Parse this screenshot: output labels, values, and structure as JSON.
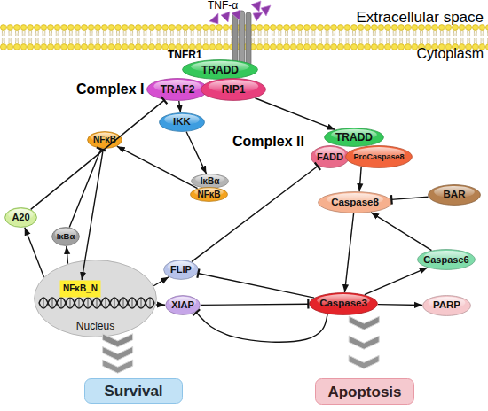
{
  "diagram": {
    "nodes": [
      {
        "text": [
          "TRADD"
        ]
      },
      {
        "text": [
          "TRAF2"
        ]
      },
      {
        "text": [
          "RIP1"
        ]
      },
      {
        "text": [
          "IKK"
        ]
      },
      {
        "text": [
          "TRADD"
        ]
      },
      {
        "text": [
          "FADD"
        ]
      },
      {
        "text": [
          "ProCaspase8"
        ]
      },
      {
        "text": [
          "NFκB"
        ]
      },
      {
        "text": [
          "IκBα"
        ]
      },
      {
        "text": [
          "NFκB"
        ]
      },
      {
        "text": [
          "Caspase8"
        ]
      },
      {
        "text": [
          "BAR"
        ]
      },
      {
        "text": [
          "A20"
        ]
      },
      {
        "text": [
          "IκBα"
        ]
      },
      {
        "text": [
          "Caspase6"
        ]
      },
      {
        "text": [
          "Nucleus"
        ]
      },
      {
        "text": [
          "NFκB_N"
        ],
        "in": 15
      },
      {
        "text": [
          "FLIP"
        ]
      },
      {
        "text": [
          "XIAP"
        ]
      },
      {
        "text": [
          "Caspase3"
        ]
      },
      {
        "text": [
          "PARP"
        ]
      },
      {
        "text": [
          "Survival"
        ]
      },
      {
        "text": [
          "Apoptosis"
        ]
      }
    ],
    "edges": [
      {
        "from": 2,
        "to": 4,
        "arrow": "to"
      },
      {
        "from": 1,
        "to": 3,
        "arrow": "to"
      },
      {
        "from": 3,
        "to": 8,
        "arrow": "to"
      },
      {
        "from": 9,
        "to": 7,
        "arrow": "to"
      },
      {
        "from": 7,
        "to": 16,
        "arrow": "to"
      },
      {
        "from": 13,
        "to": 7,
        "arrow": "to"
      },
      {
        "from": 15,
        "to": 13,
        "arrow": "to"
      },
      {
        "from": 15,
        "to": 12,
        "arrow": "to"
      },
      {
        "from": 12,
        "to": 1,
        "arrow": "to"
      },
      {
        "from": 15,
        "to": 17,
        "arrow": "to"
      },
      {
        "from": 15,
        "to": 18,
        "arrow": "to"
      },
      {
        "from": 17,
        "to": 5,
        "arrow": "to"
      },
      {
        "from": 6,
        "to": 10,
        "arrow": "to"
      },
      {
        "from": 11,
        "to": 10,
        "arrow": "to"
      },
      {
        "from": 10,
        "to": 19,
        "arrow": "to"
      },
      {
        "from": 19,
        "to": 14,
        "arrow": "to"
      },
      {
        "from": 14,
        "to": 10,
        "arrow": "to"
      },
      {
        "from": 19,
        "to": 20,
        "arrow": "to"
      },
      {
        "from": 19,
        "to": 17,
        "arrow": "to"
      },
      {
        "from": 18,
        "to": 19,
        "arrow": "to"
      },
      {
        "from": 19,
        "to": 18,
        "arrow": "to"
      },
      {
        "from": 15,
        "to": 21,
        "arrow": "to"
      },
      {
        "from": 19,
        "to": 22,
        "arrow": "to"
      }
    ],
    "labels": [
      "TNF-α",
      "Extracellular space",
      "Cytoplasm",
      "TNFR1",
      "Complex I",
      "Complex II"
    ]
  }
}
